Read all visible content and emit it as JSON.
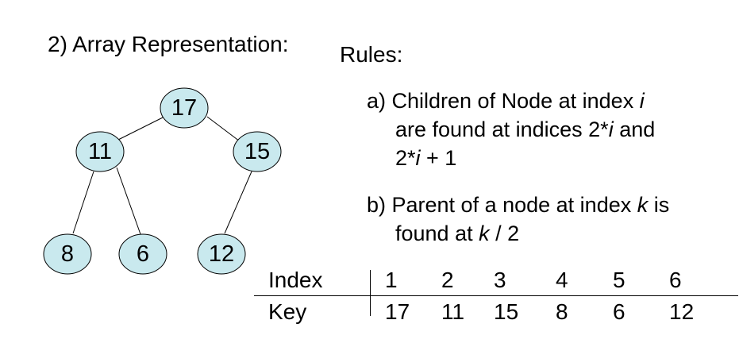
{
  "section_title": "2) Array Representation:",
  "rules_title": "Rules:",
  "rule_a": {
    "prefix": "a) Children of Node at index ",
    "var_i": "i",
    "line2_prefix": "are found at indices 2*",
    "line2_var": "i",
    "line2_suffix": " and",
    "line3_prefix": "2*",
    "line3_var": "i",
    "line3_suffix": " + 1"
  },
  "rule_b": {
    "prefix": "b) Parent of a node at index ",
    "var_k": "k",
    "suffix": " is",
    "line2_prefix": "found at ",
    "line2_var": "k",
    "line2_suffix": " / 2"
  },
  "tree": {
    "root": "17",
    "left": "11",
    "right": "15",
    "left_left": "8",
    "left_right": "6",
    "right_left": "12"
  },
  "table": {
    "index_label": "Index",
    "key_label": "Key",
    "indices": [
      "1",
      "2",
      "3",
      "4",
      "5",
      "6"
    ],
    "keys": [
      "17",
      "11",
      "15",
      "8",
      "6",
      "12"
    ]
  },
  "colors": {
    "node_fill": "#c9e9ee",
    "stroke": "#000000"
  }
}
